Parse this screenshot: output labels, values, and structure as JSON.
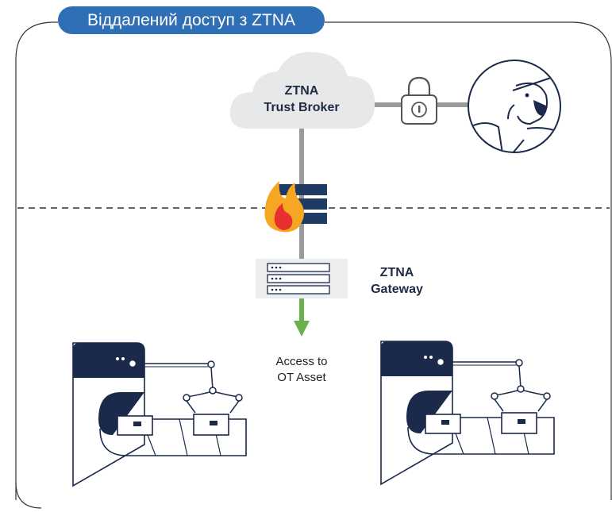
{
  "title": "Віддалений доступ з ZTNA",
  "broker": {
    "line1": "ZTNA",
    "line2": "Trust Broker"
  },
  "gateway": {
    "line1": "ZTNA",
    "line2": "Gateway"
  },
  "access": {
    "line1": "Access to",
    "line2": "OT Asset"
  },
  "icons": {
    "cloud": "cloud-icon",
    "lock": "padlock-icon",
    "user": "remote-user-icon",
    "firewall": "firewall-icon",
    "gateway": "gateway-server-icon",
    "arrow": "arrow-down-icon",
    "machine": "industrial-robot-icon"
  },
  "colors": {
    "accent": "#2f6fb6",
    "navy": "#1b2a4a",
    "line": "#9a9a9a",
    "arrow": "#6ab04c",
    "flame": "#f5a623",
    "flame_inner": "#e8312f"
  }
}
